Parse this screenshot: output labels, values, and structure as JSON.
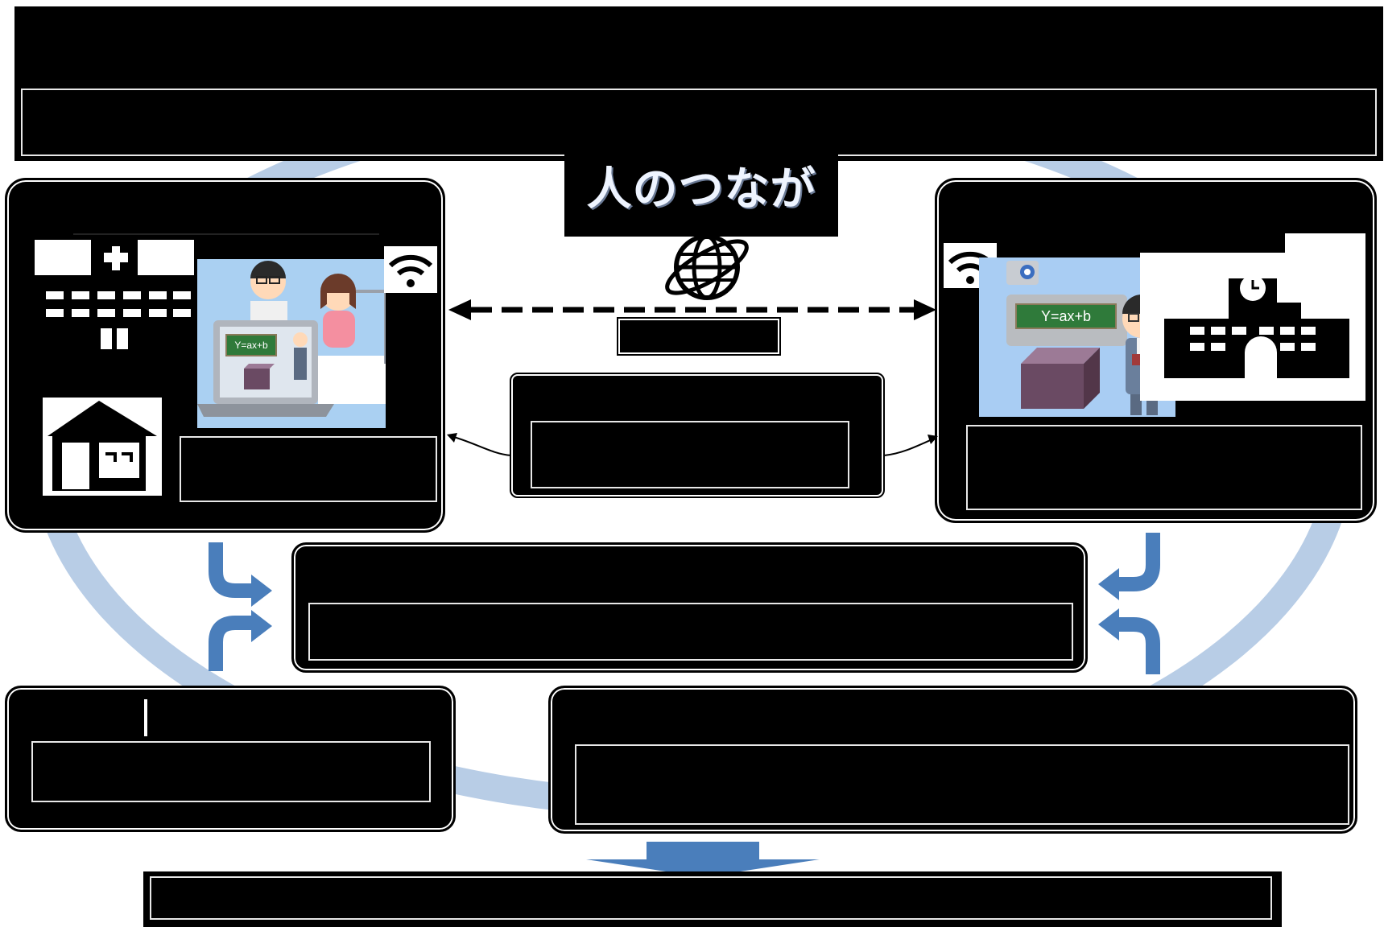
{
  "title_label": "人のつながり",
  "classroom": {
    "board_equation": "Y=ax+b"
  },
  "home_hospital": {
    "screen_equation": "Y=ax+b"
  },
  "colors": {
    "ring": "#b8cde6",
    "arrow_blue": "#4a7ebb",
    "classroom_bg": "#a9cdf3"
  },
  "icons": [
    "hospital-icon",
    "house-icon",
    "wifi-icon",
    "globe-icon",
    "school-icon",
    "camera-icon"
  ]
}
